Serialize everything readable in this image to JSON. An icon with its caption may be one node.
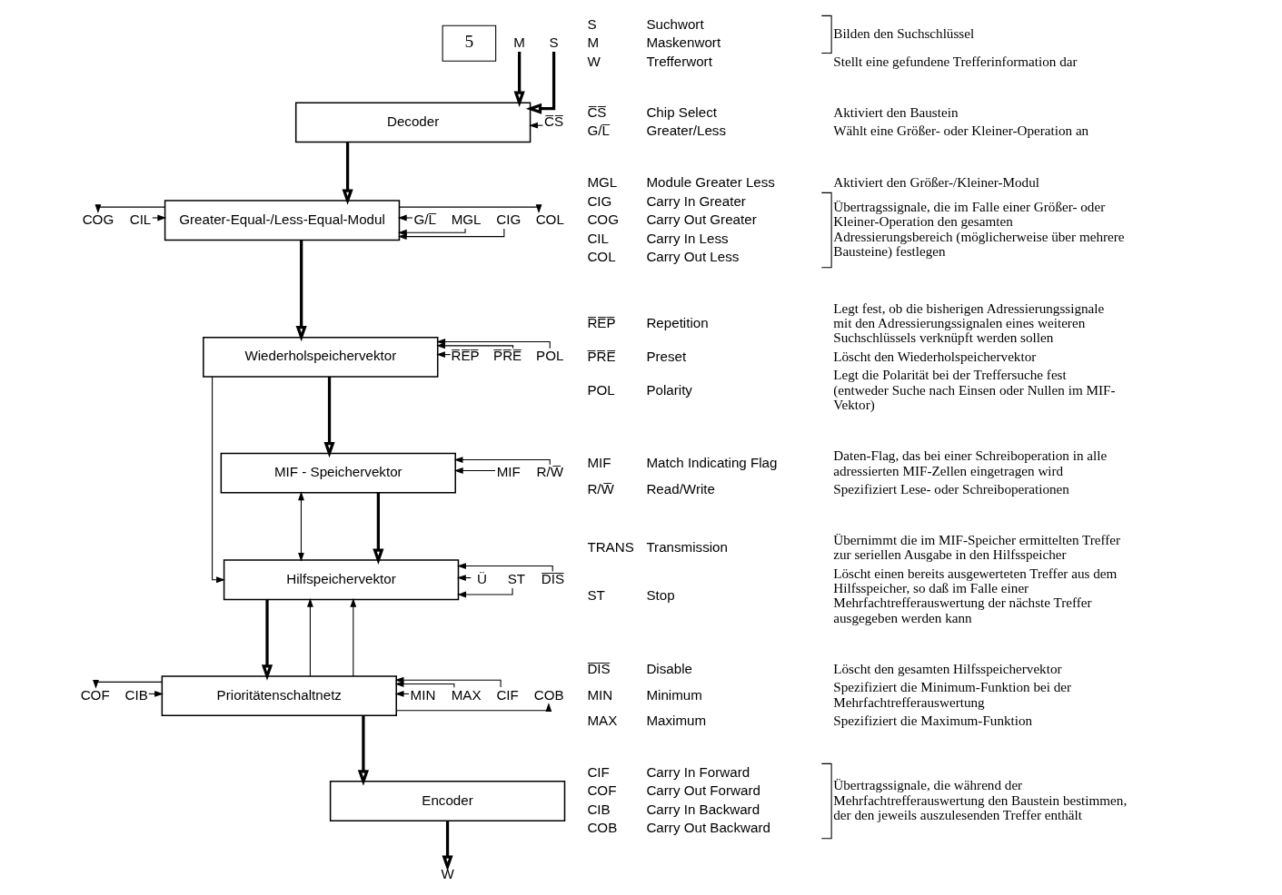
{
  "diagram": {
    "nodes": [
      {
        "text": [
          "M"
        ]
      },
      {
        "text": [
          "S"
        ]
      },
      {
        "text": [
          "Decoder"
        ]
      },
      {
        "text": [
          "C̅S̅"
        ]
      },
      {
        "text": [
          "G/L̅"
        ]
      },
      {
        "text": [
          "MGL"
        ]
      },
      {
        "text": [
          "CIG"
        ]
      },
      {
        "text": [
          "COG"
        ]
      },
      {
        "text": [
          "CIL"
        ]
      },
      {
        "text": [
          "Greater-Equal-/Less-Equal-Modul"
        ]
      },
      {
        "text": [
          "COL"
        ]
      },
      {
        "text": [
          "R̅E̅P̅"
        ]
      },
      {
        "text": [
          "P̅R̅E̅"
        ]
      },
      {
        "text": [
          "POL"
        ]
      },
      {
        "text": [
          "Wiederholspeichervektor"
        ]
      },
      {
        "text": [
          "MIF"
        ]
      },
      {
        "text": [
          "R/W̅"
        ]
      },
      {
        "text": [
          "MIF - Speichervektor"
        ]
      },
      {
        "text": [
          "Ü"
        ]
      },
      {
        "text": [
          "ST"
        ]
      },
      {
        "text": [
          "D̅I̅S̅"
        ]
      },
      {
        "text": [
          "Hilfspeichervektor"
        ]
      },
      {
        "text": [
          "MIN"
        ]
      },
      {
        "text": [
          "MAX"
        ]
      },
      {
        "text": [
          "CIF"
        ]
      },
      {
        "text": [
          "COF"
        ]
      },
      {
        "text": [
          "CIB"
        ]
      },
      {
        "text": [
          "Prioritätenschaltnetz"
        ]
      },
      {
        "text": [
          "COB"
        ]
      },
      {
        "text": [
          "Encoder"
        ]
      },
      {
        "text": [
          "W"
        ]
      }
    ],
    "edges": [
      {
        "from": 0,
        "to": 2,
        "arrow": "to",
        "style": "thick"
      },
      {
        "from": 1,
        "to": 2,
        "arrow": "to",
        "style": "thick"
      },
      {
        "from": 3,
        "to": 2,
        "arrow": "to"
      },
      {
        "from": 2,
        "to": 9,
        "arrow": "to",
        "style": "thick"
      },
      {
        "from": 4,
        "to": 9,
        "arrow": "to"
      },
      {
        "from": 5,
        "to": 9,
        "arrow": "to"
      },
      {
        "from": 6,
        "to": 9,
        "arrow": "to"
      },
      {
        "from": 9,
        "to": 7,
        "arrow": "to"
      },
      {
        "from": 8,
        "to": 9,
        "arrow": "to"
      },
      {
        "from": 9,
        "to": 10,
        "arrow": "to"
      },
      {
        "from": 9,
        "to": 14,
        "arrow": "to",
        "style": "thick"
      },
      {
        "from": 11,
        "to": 14,
        "arrow": "to"
      },
      {
        "from": 12,
        "to": 14,
        "arrow": "to"
      },
      {
        "from": 13,
        "to": 14,
        "arrow": "to"
      },
      {
        "from": 14,
        "to": 17,
        "arrow": "to",
        "style": "thick"
      },
      {
        "from": 14,
        "to": 21,
        "arrow": "to"
      },
      {
        "from": 15,
        "to": 17,
        "arrow": "to"
      },
      {
        "from": 16,
        "to": 17,
        "arrow": "to"
      },
      {
        "from": 17,
        "to": 21,
        "arrow": "both"
      },
      {
        "from": 17,
        "to": 21,
        "arrow": "to",
        "style": "thick"
      },
      {
        "from": 27,
        "to": 21,
        "arrow": "to"
      },
      {
        "from": 27,
        "to": 21,
        "arrow": "to"
      },
      {
        "from": 18,
        "to": 21,
        "arrow": "to"
      },
      {
        "from": 19,
        "to": 21,
        "arrow": "to"
      },
      {
        "from": 20,
        "to": 21,
        "arrow": "to"
      },
      {
        "from": 21,
        "to": 27,
        "arrow": "to",
        "style": "thick"
      },
      {
        "from": 22,
        "to": 27,
        "arrow": "to"
      },
      {
        "from": 23,
        "to": 27,
        "arrow": "to"
      },
      {
        "from": 24,
        "to": 27,
        "arrow": "to"
      },
      {
        "from": 27,
        "to": 25,
        "arrow": "to"
      },
      {
        "from": 26,
        "to": 27,
        "arrow": "to"
      },
      {
        "from": 27,
        "to": 28,
        "arrow": "to"
      },
      {
        "from": 27,
        "to": 29,
        "arrow": "to",
        "style": "thick"
      },
      {
        "from": 29,
        "to": 30,
        "arrow": "to",
        "style": "thick"
      }
    ],
    "labels": [
      "5",
      "S",
      "Suchwort",
      "Bilden den Suchschlüssel",
      "M",
      "Maskenwort",
      "W",
      "Trefferwort",
      "Stellt eine gefundene Trefferinformation dar",
      "C̅S̅",
      "Chip Select",
      "Aktiviert den Baustein",
      "G/L̅",
      "Greater/Less",
      "Wählt eine Größer- oder Kleiner-Operation an",
      "MGL",
      "Module Greater Less",
      "Aktiviert den Größer-/Kleiner-Modul",
      "CIG",
      "Carry In Greater",
      "Übertragssignale, die im Falle einer Größer- oder Kleiner-Operation den gesamten Adressierungsbereich (möglicherweise über mehrere Bausteine) festlegen",
      "COG",
      "Carry Out Greater",
      "CIL",
      "Carry In Less",
      "COL",
      "Carry Out Less",
      "R̅E̅P̅",
      "Repetition",
      "Legt fest, ob die bisherigen Adressierungssignale mit den Adressierungssignalen eines weiteren Suchschlüssels verknüpft werden sollen",
      "P̅R̅E̅",
      "Preset",
      "Löscht den Wiederholspeichervektor",
      "POL",
      "Polarity",
      "Legt die Polarität bei der Treffersuche fest (entweder Suche nach Einsen oder Nullen im MIF-Vektor)",
      "MIF",
      "Match Indicating Flag",
      "Daten-Flag, das bei einer Schreiboperation in alle adressierten MIF-Zellen eingetragen wird",
      "R/W̅",
      "Read/Write",
      "Spezifiziert Lese- oder Schreiboperationen",
      "TRANS",
      "Transmission",
      "Übernimmt die im MIF-Speicher ermittelten Treffer zur seriellen Ausgabe in den Hilfsspeicher",
      "ST",
      "Stop",
      "Löscht einen bereits ausgewerteten Treffer aus dem Hilfsspeicher, so daß im Falle einer Mehrfachtrefferauswertung der nächste Treffer ausgegeben werden kann",
      "D̅I̅S̅",
      "Disable",
      "Löscht den gesamten Hilfsspeichervektor",
      "MIN",
      "Minimum",
      "Spezifiziert die Minimum-Funktion bei der Mehrfachtrefferauswertung",
      "MAX",
      "Maximum",
      "Spezifiziert die Maximum-Funktion",
      "CIF",
      "Carry In Forward",
      "Übertragssignale, die während der Mehrfachtrefferauswertung den Baustein bestimmen, der den jeweils auszulesenden Treffer enthält",
      "COF",
      "Carry Out Forward",
      "CIB",
      "Carry In Backward",
      "COB",
      "Carry Out Backward"
    ]
  }
}
